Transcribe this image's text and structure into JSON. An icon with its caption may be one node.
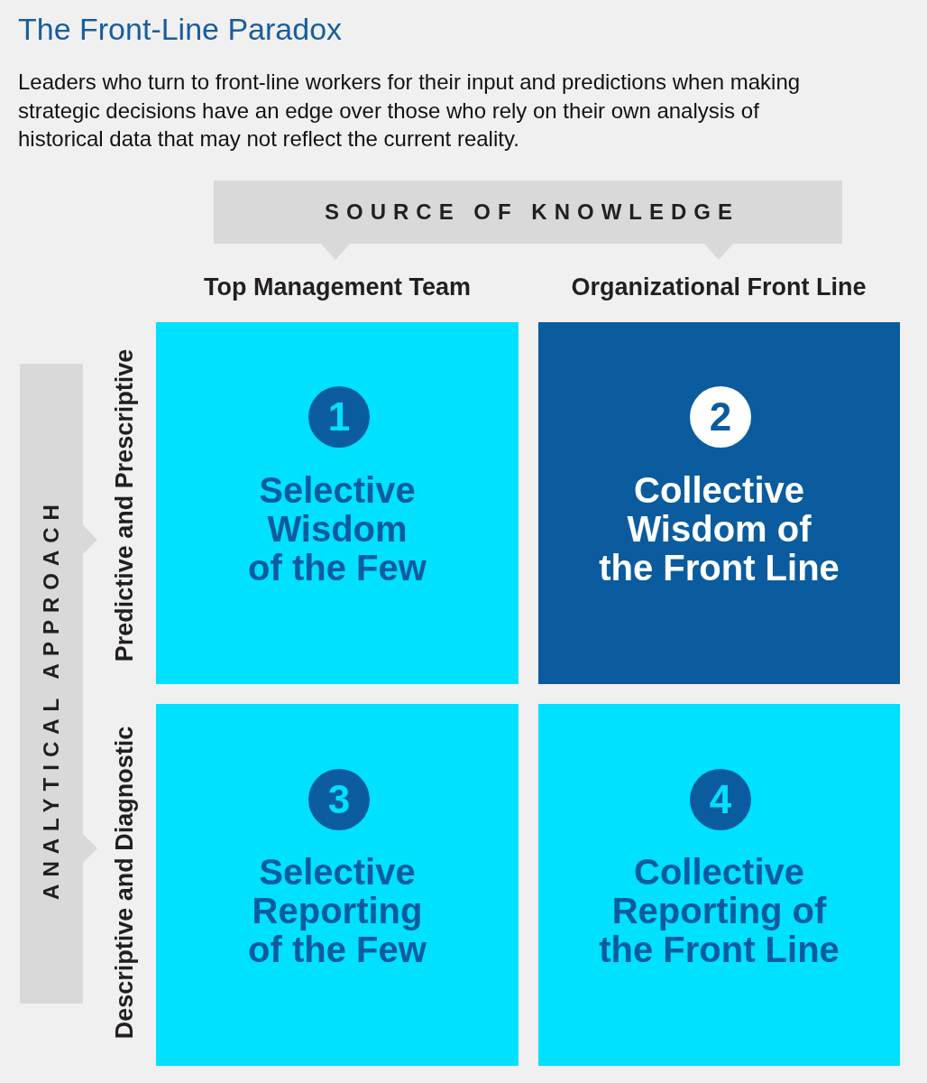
{
  "diagram": {
    "title": "The Front-Line Paradox",
    "caption": "Leaders who turn to front-line workers for their input and predictions when making strategic decisions have an edge over those who rely on their own analysis of historical data that may not reflect the current reality.",
    "nodes": [
      {
        "text": [
          "SOURCE OF KNOWLEDGE"
        ],
        "beside": [
          "Top Management Team",
          "Organizational Front Line"
        ]
      },
      {
        "text": [
          "ANALYTICAL APPROACH"
        ],
        "beside": [
          "Predictive and Prescriptive",
          "Descriptive and Diagnostic"
        ]
      },
      {
        "text": [
          "Selective Wisdom of the Few"
        ]
      },
      {
        "text": [
          "1"
        ],
        "in": 2
      },
      {
        "text": [
          "Collective Wisdom of the Front Line"
        ]
      },
      {
        "text": [
          "2"
        ],
        "in": 4
      },
      {
        "text": [
          "Selective Reporting of the Few"
        ]
      },
      {
        "text": [
          "3"
        ],
        "in": 6
      },
      {
        "text": [
          "Collective Reporting of the Front Line"
        ]
      },
      {
        "text": [
          "4"
        ],
        "in": 8
      }
    ]
  }
}
